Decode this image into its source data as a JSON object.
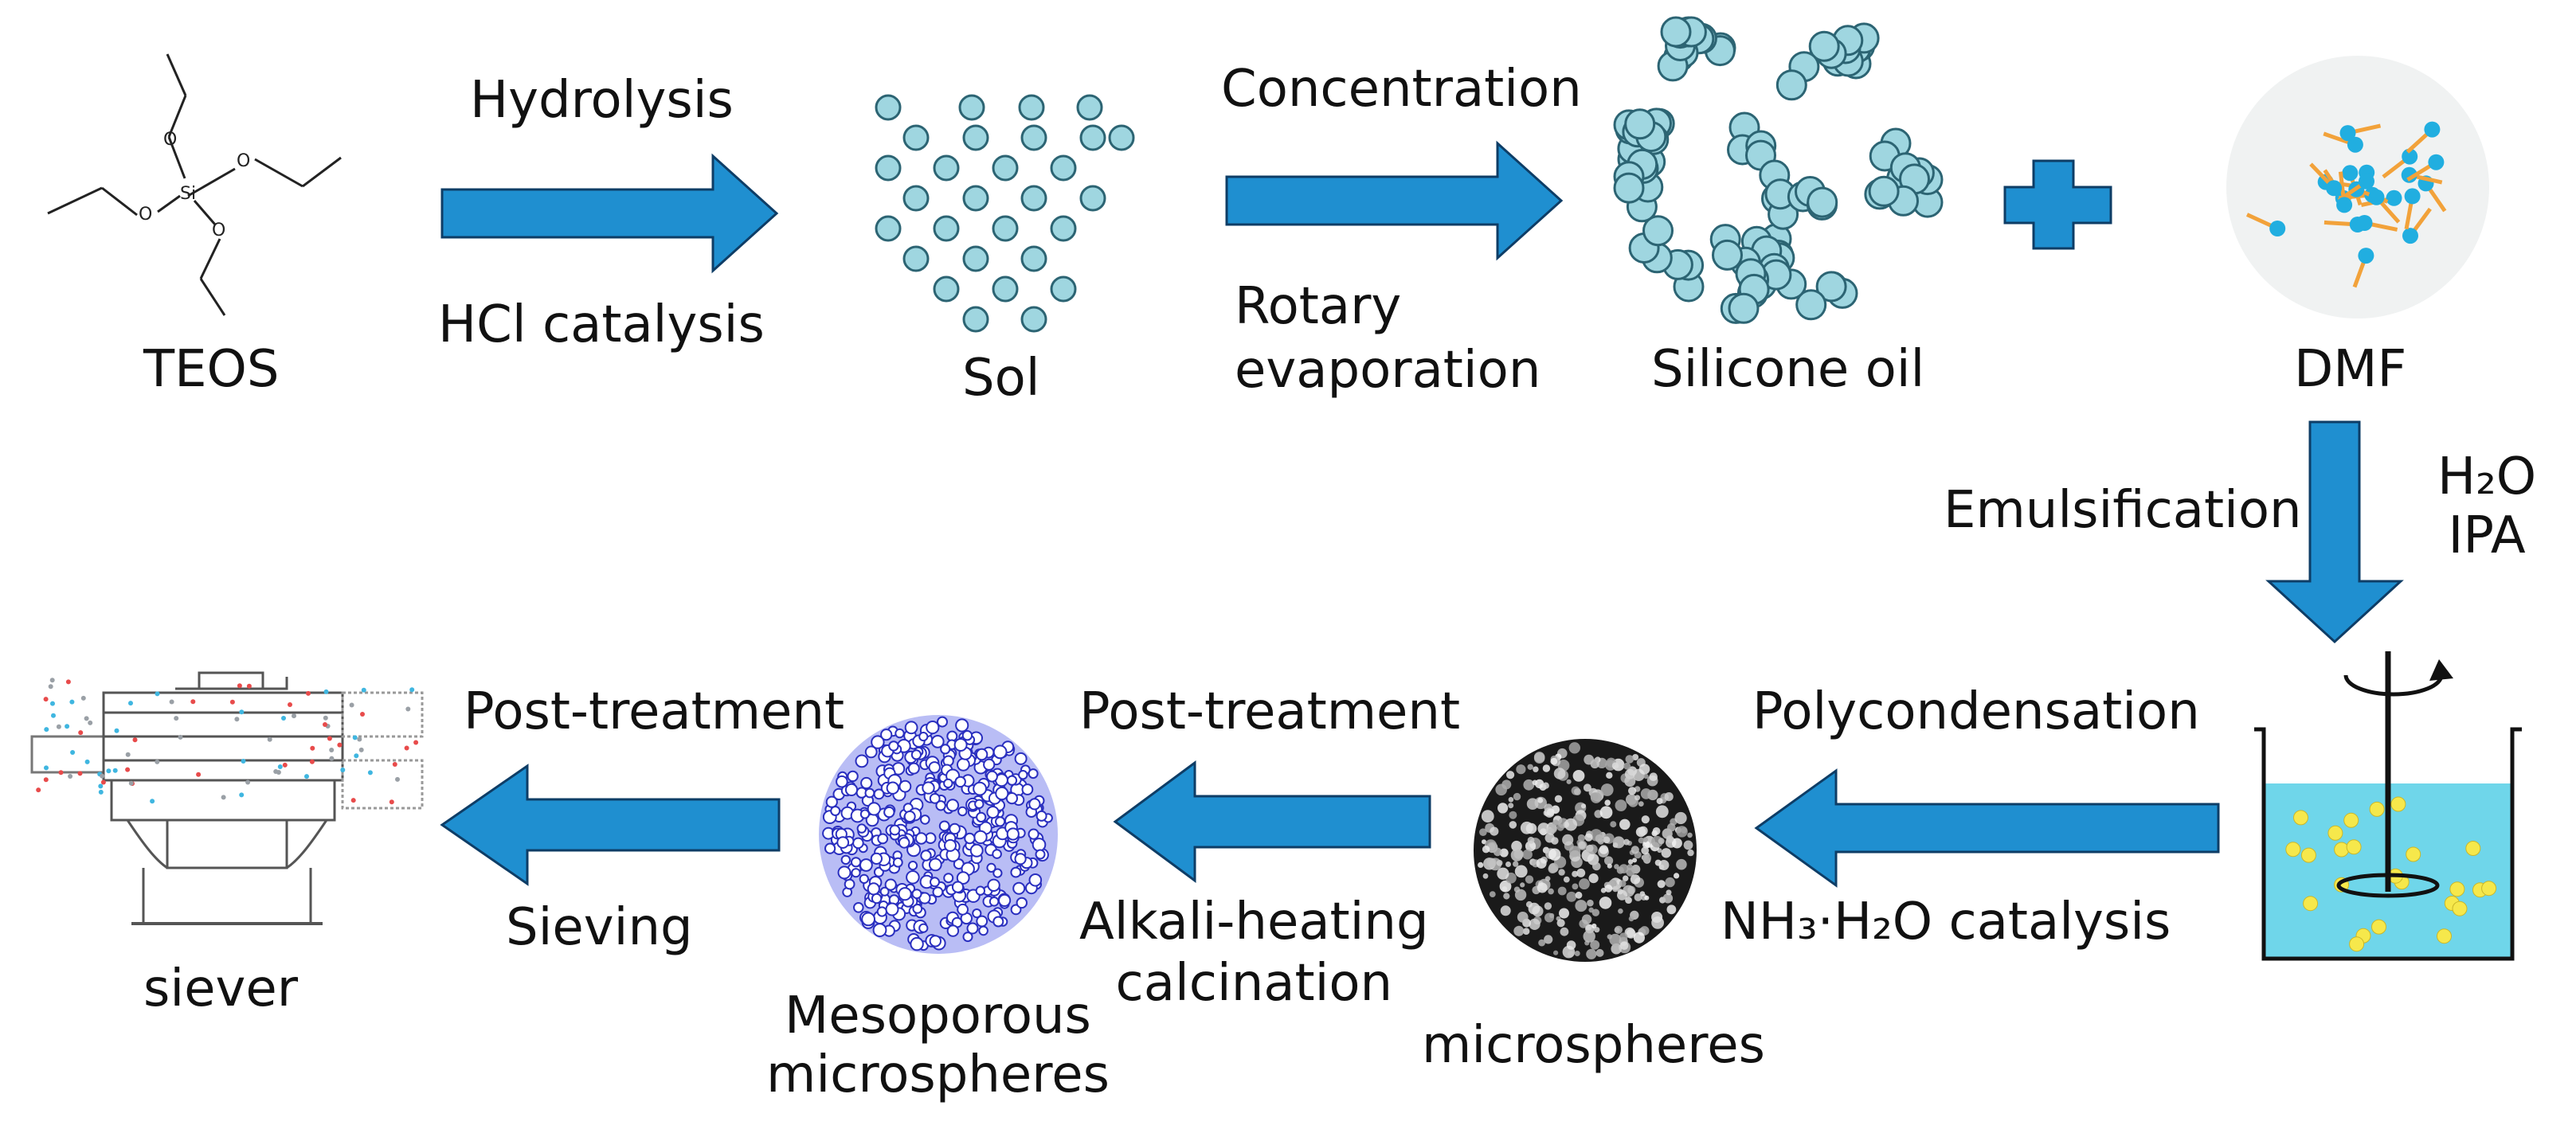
{
  "nodes": {
    "teos": "TEOS",
    "sol": "Sol",
    "silicone_oil": "Silicone oil",
    "dmf": "DMF",
    "microspheres": "microspheres",
    "mesoporous": [
      "Mesoporous",
      "microspheres"
    ],
    "siever": "siever"
  },
  "molecule": {
    "si": "Si",
    "o": "O"
  },
  "steps": {
    "hydrolysis": "Hydrolysis",
    "hcl": "HCl catalysis",
    "concentration": "Concentration",
    "rotary": [
      "Rotary",
      "evaporation"
    ],
    "emulsification": "Emulsification",
    "reagents": [
      "H₂O",
      "IPA"
    ],
    "polycondensation": "Polycondensation",
    "nh3": "NH₃·H₂O catalysis",
    "post_treatment_1": "Post-treatment",
    "alkali": [
      "Alkali-heating",
      "calcination"
    ],
    "post_treatment_2": "Post-treatment",
    "sieving": "Sieving"
  },
  "colors": {
    "arrow_fill": "#1f8fd0",
    "arrow_stroke": "#0e3d66",
    "particle_fill": "#9fd6e0",
    "particle_stroke": "#2c6473",
    "dmf_dot": "#21aee0",
    "dmf_stick": "#f2a23a",
    "beaker_liquid": "#6fd6ea",
    "beaker_dot": "#f6e84b",
    "mesoporous_bg": "#b9bdf5",
    "mesoporous_ring": "#2a2fbf"
  }
}
